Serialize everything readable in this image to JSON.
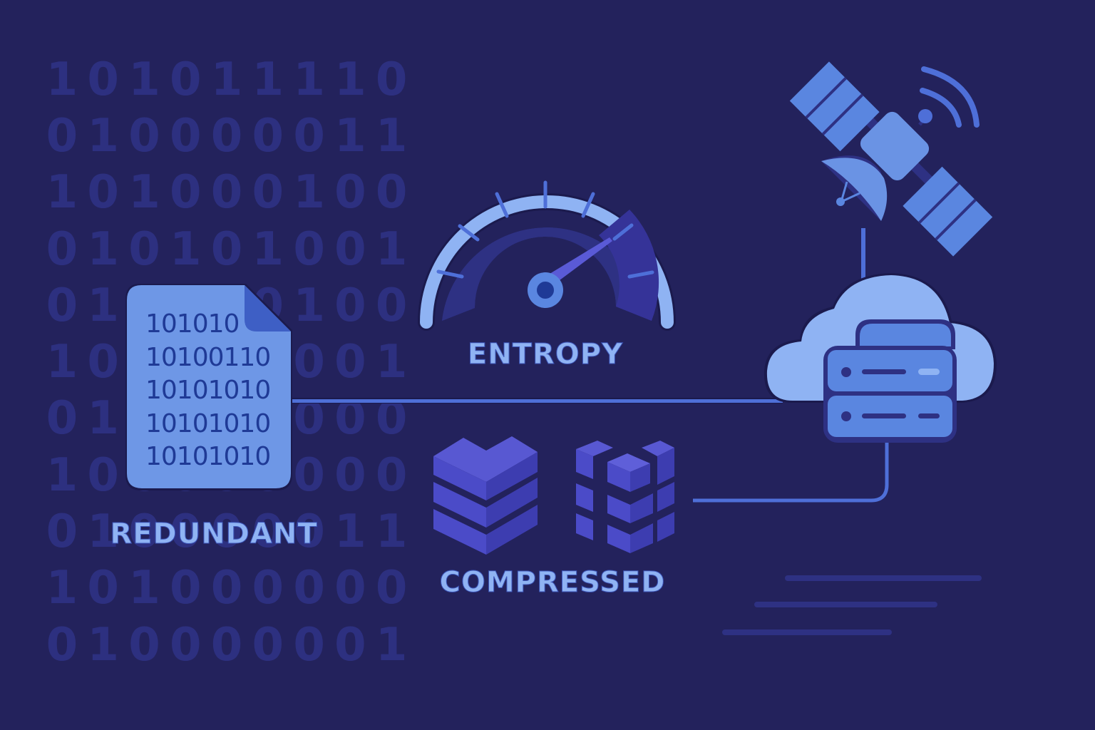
{
  "illustration": {
    "theme": "data compression and entropy",
    "colors": {
      "background": "#23225c",
      "binary_digits": "#2e3182",
      "light_blue": "#8fb3f3",
      "mid_blue": "#5a86e0",
      "accent_indigo": "#4b4bc8",
      "connector_line": "#4e6fd8",
      "dark_navy": "#1f3a96"
    },
    "background_binary": {
      "rows": [
        "1 0 1 0 1 1 1 1 0",
        "0 1 0 0 0 0 0 1 1",
        "1 0 1 0 0 0 1 0 0",
        "0 1 0 1 0 1 0 0 1",
        "0 1 0 0 0 0 1 0 0",
        "1 0 0 0 0 0 0 0 1",
        "0 1 0 0 0 0 0 0 0",
        "1 0 0 0 0 0 0 0 0",
        "0 1 0 0 0 0 0 1 1",
        "1 0 1 0 0 0 0 0 0",
        "0 1 0 0 0 0 0 0 1"
      ]
    },
    "redundant": {
      "label": "REDUNDANT",
      "icon": "binary-document-icon",
      "document_lines": [
        "101010",
        "10100110",
        "10101010",
        "10101010",
        "10101010"
      ]
    },
    "entropy": {
      "label": "ENTROPY",
      "icon": "gauge-icon",
      "tick_count": 9,
      "needle_position": "high"
    },
    "compressed": {
      "label": "COMPRESSED",
      "icons": [
        "stacked-layers-cube-icon",
        "modular-blocks-cube-icon"
      ]
    },
    "network": {
      "icons": [
        "satellite-icon",
        "signal-waves-icon",
        "cloud-icon",
        "server-icon"
      ],
      "server_rows": 2
    },
    "decorative_lines": 3
  }
}
